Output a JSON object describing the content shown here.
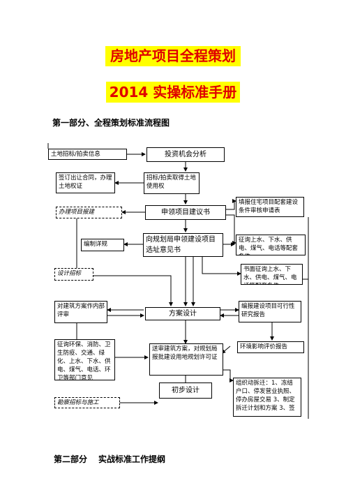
{
  "title_line1": "房地产项目全程策划",
  "title_line2": "2014 实操标准手册",
  "section1": "第一部分、全程策划标准流程图",
  "section2": {
    "part": "第二部分",
    "title": "实战标准工作提纲"
  },
  "flowchart": {
    "nodes": {
      "land_info": "土地招标/拍卖信息",
      "invest_analysis": "投资机会分析",
      "sign_contract": "签订出让合同，办理土地权证",
      "obtain_land": "招标/拍卖取得土地使用权",
      "fill_application": "填报住宅项目配套建设条件审核申请表",
      "project_approval": "办理项目报建",
      "apply_proposal": "申领项目建议书",
      "utilities_consult": "征询上水、下水、供电、煤气、电话等配套条件",
      "compile_plan": "编制详规",
      "site_opinion": "向规划局申领建设项目选址意见书",
      "written_utilities": "书面征询上水、下水、供电、煤气、电话等配套条件",
      "design_bid": "设计招标",
      "internal_review": "对建筑方案作内部评审",
      "scheme_design": "方案设计",
      "feasibility": "编报建设项目可行性研究报告",
      "env_report": "环境影响评价报告",
      "dept_opinions": "征询环保、消防、卫生防疫、交通、绿化、上水、下水、供电、煤气、电话、环卫等部门意见",
      "submit_scheme": "送审建筑方案，对规划局报批建设用地规划许可证",
      "org_relocation": "组织动拆迁：1、冻结户口、停发营业执照、停办房屋交易 3、制定拆迁计划和方案 3、签",
      "tender_construction": "勘察招标与施工",
      "preliminary_design": "初步设计"
    }
  }
}
